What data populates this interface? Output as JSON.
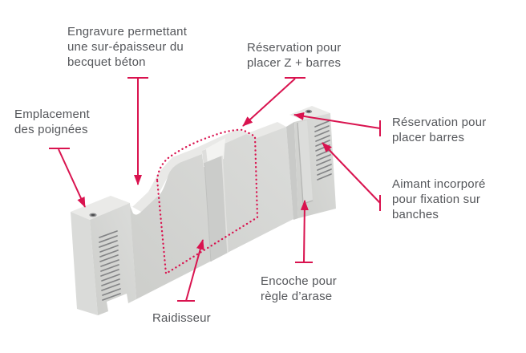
{
  "diagram": {
    "language": "fr",
    "kind": "annotated-3d-product-diagram"
  },
  "annotations": [
    {
      "id": "engravure",
      "text": "Engravure permettant\nune sur-épaisseur du\nbecquet béton"
    },
    {
      "id": "reservation-z-barres",
      "text": "Réservation pour\nplacer Z + barres"
    },
    {
      "id": "emplacement-poignees",
      "text": "Emplacement\ndes poignées"
    },
    {
      "id": "reservation-barres",
      "text": "Réservation pour\nplacer barres"
    },
    {
      "id": "aimant-incorpore",
      "text": "Aimant incorporé\npour fixation sur\nbanches"
    },
    {
      "id": "encoche-regle",
      "text": "Encoche pour\nrègle d’arase"
    },
    {
      "id": "raidisseur",
      "text": "Raidisseur"
    }
  ],
  "colors": {
    "annotation_accent": "#d9134f",
    "label_text": "#54565a",
    "object_top": "#e9e9e7",
    "object_front_light": "#d9dad8",
    "object_front_dark": "#cdcecb",
    "object_cap": "#dadbd9",
    "vent_lines": "#838486",
    "background": "#ffffff"
  }
}
